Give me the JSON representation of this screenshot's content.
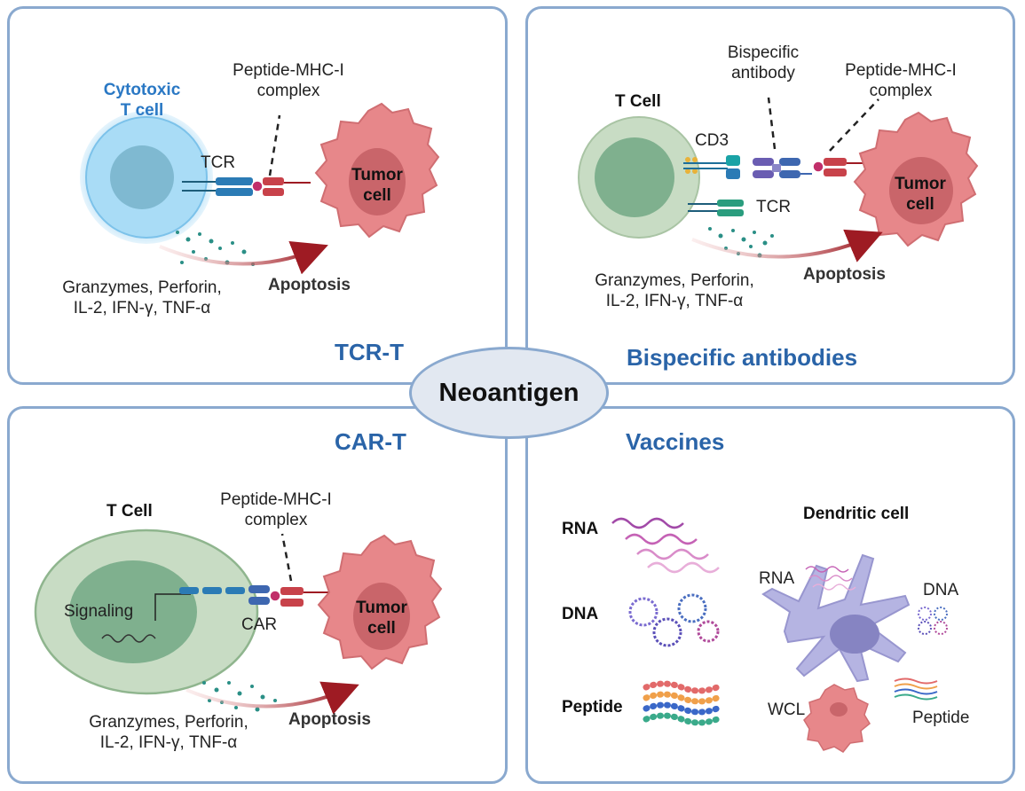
{
  "center_label": "Neoantigen",
  "panels": {
    "tcr_t": {
      "title": "TCR-T",
      "cell_label_line1": "Cytotoxic",
      "cell_label_line2": "T cell",
      "pmhc_line1": "Peptide-MHC-I",
      "pmhc_line2": "complex",
      "receptor_label": "TCR",
      "tumor_line1": "Tumor",
      "tumor_line2": "cell",
      "effectors_line1": "Granzymes, Perforin,",
      "effectors_line2": "IL-2, IFN-γ, TNF-α",
      "outcome": "Apoptosis"
    },
    "bispecific": {
      "title": "Bispecific antibodies",
      "cell_label": "T Cell",
      "antibody_line1": "Bispecific",
      "antibody_line2": "antibody",
      "pmhc_line1": "Peptide-MHC-I",
      "pmhc_line2": "complex",
      "cd3_label": "CD3",
      "receptor_label": "TCR",
      "tumor_line1": "Tumor",
      "tumor_line2": "cell",
      "effectors_line1": "Granzymes, Perforin,",
      "effectors_line2": "IL-2, IFN-γ, TNF-α",
      "outcome": "Apoptosis"
    },
    "car_t": {
      "title": "CAR-T",
      "cell_label": "T Cell",
      "pmhc_line1": "Peptide-MHC-I",
      "pmhc_line2": "complex",
      "signaling_label": "Signaling",
      "receptor_label": "CAR",
      "tumor_line1": "Tumor",
      "tumor_line2": "cell",
      "effectors_line1": "Granzymes, Perforin,",
      "effectors_line2": "IL-2, IFN-γ, TNF-α",
      "outcome": "Apoptosis"
    },
    "vaccines": {
      "title": "Vaccines",
      "types": [
        "RNA",
        "DNA",
        "Peptide"
      ],
      "dc_title": "Dendritic cell",
      "dc_rna": "RNA",
      "dc_dna": "DNA",
      "dc_wcl": "WCL",
      "dc_peptide": "Peptide"
    }
  },
  "colors": {
    "panel_border": "#8aa9cf",
    "title": "#2a64a8",
    "tumor": "#e7878a",
    "tumor_nucleus": "#c9656a",
    "tcell": "#c8dcc4",
    "tcell_nucleus": "#7fb08e",
    "ctl_glow": "#8fcdf2",
    "arrow": "#9e1b23",
    "granules": "#2a8f86"
  }
}
